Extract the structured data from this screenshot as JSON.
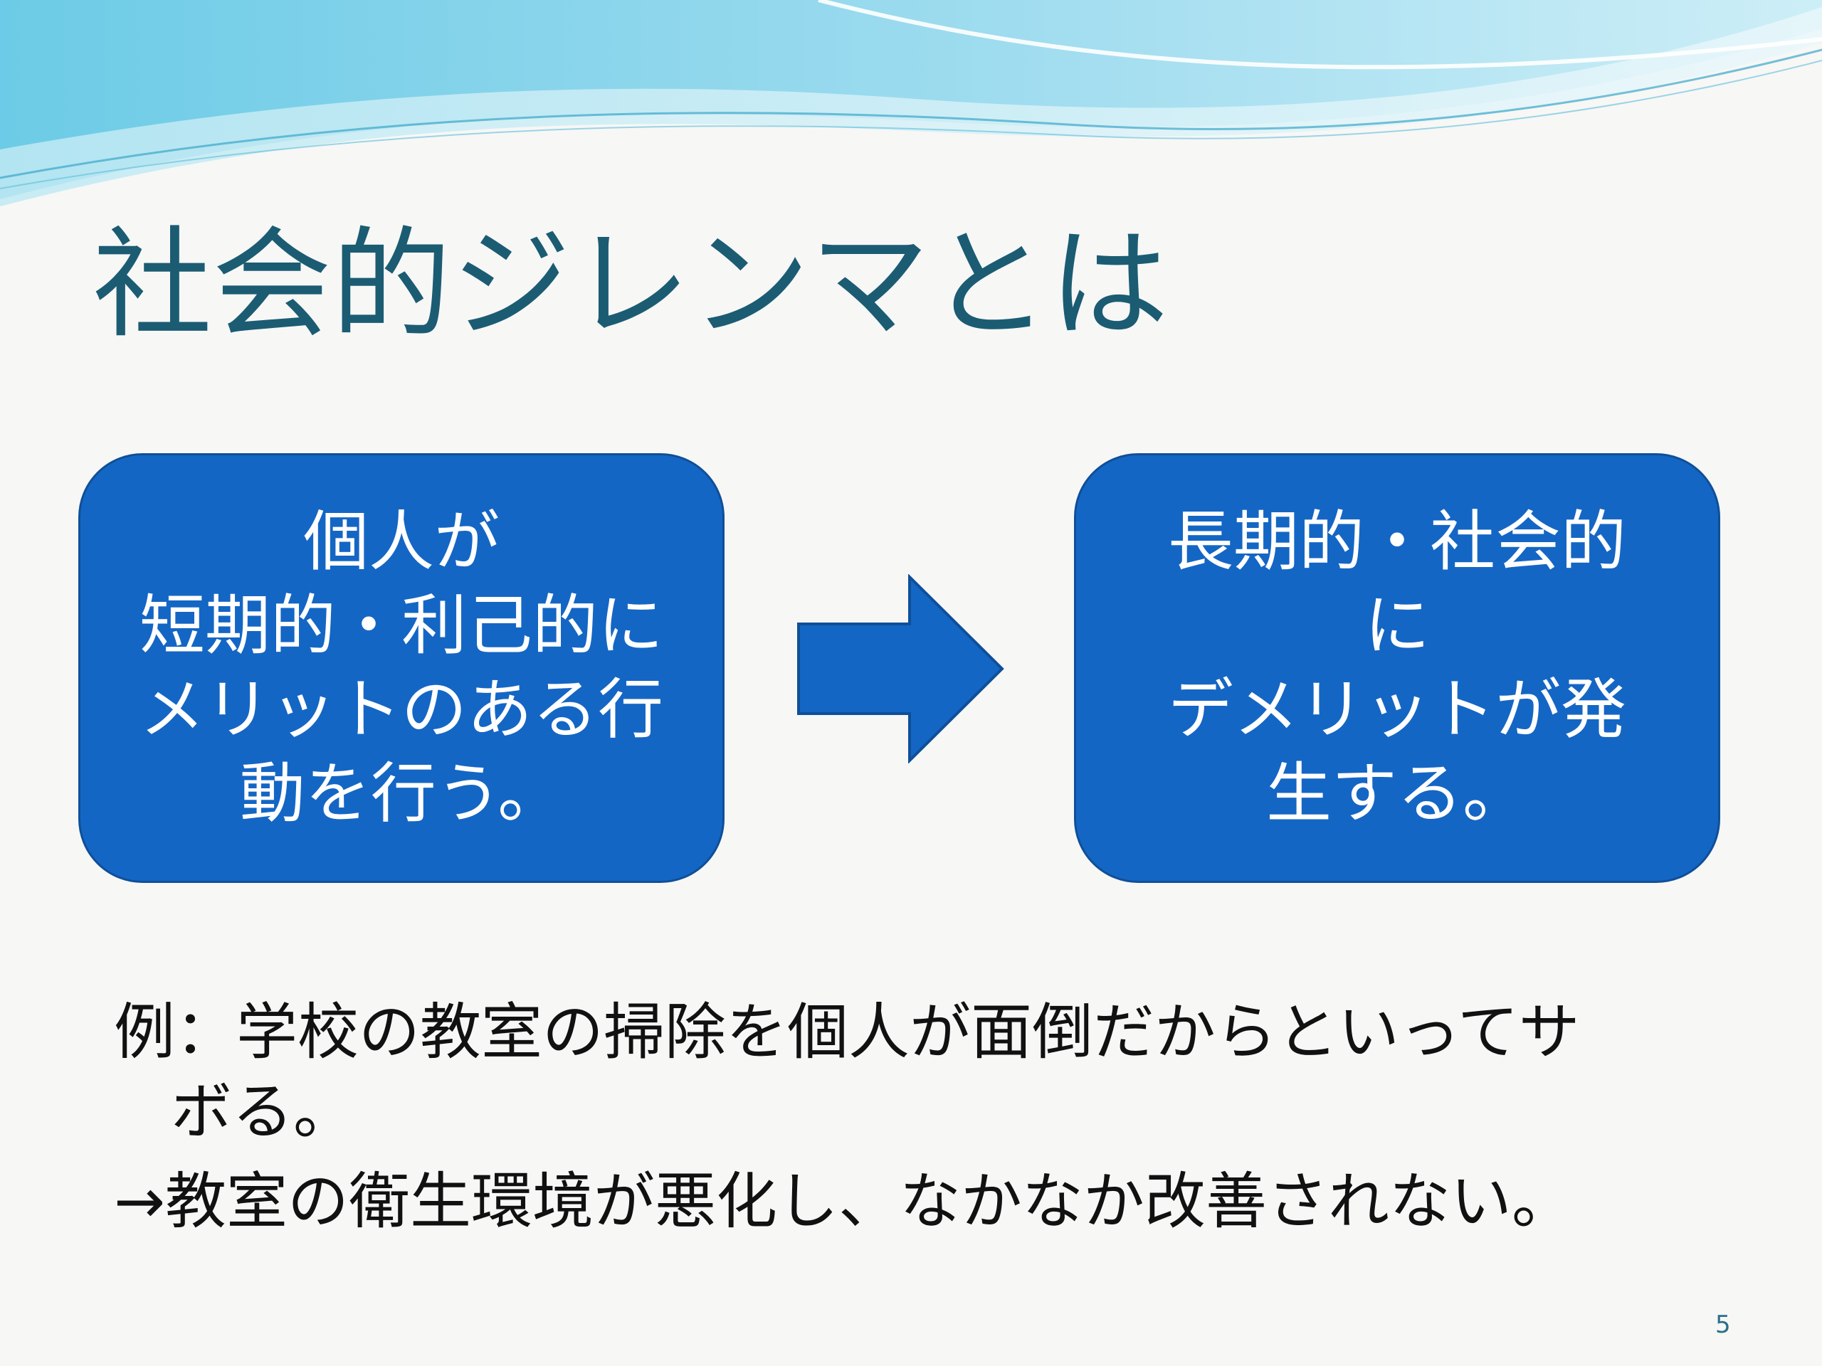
{
  "slide": {
    "title": "社会的ジレンマとは",
    "left_box": {
      "lines": [
        "個人が",
        "短期的・利己的に",
        "メリットのある行",
        "動を行う。"
      ]
    },
    "right_box": {
      "lines": [
        "長期的・社会的",
        "に",
        "デメリットが発",
        "生する。"
      ]
    },
    "example": {
      "line1": "例：学校の教室の掃除を個人が面倒だからといってサ",
      "line2": "ボる。",
      "line3": "→教室の衛生環境が悪化し、なかなか改善されない。"
    },
    "page_number": "5"
  },
  "colors": {
    "title": "#1b5c73",
    "box_fill": "#1466c4",
    "box_border": "#0f4f99",
    "background": "#f7f7f6",
    "wave_light": "#bfe9f3",
    "wave_mid": "#7fd3e8",
    "wave_dark": "#4fb7d6"
  }
}
